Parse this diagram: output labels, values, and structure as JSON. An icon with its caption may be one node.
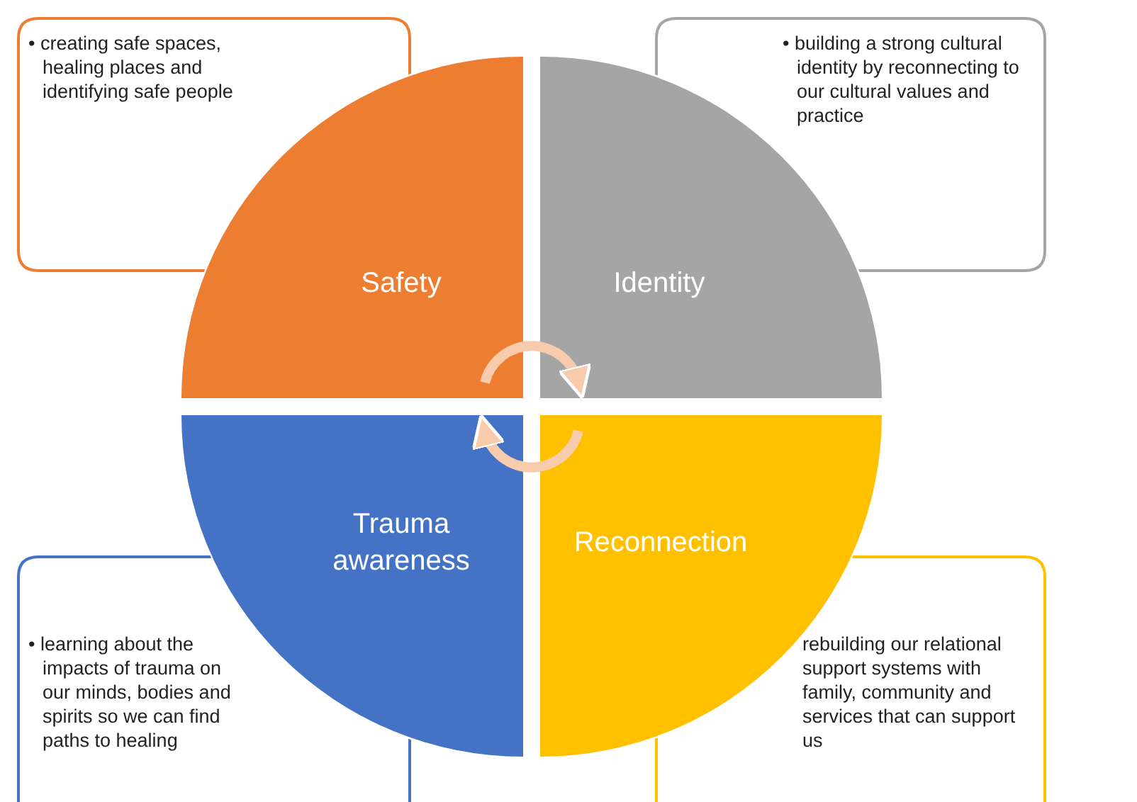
{
  "diagram": {
    "nodes": [
      {
        "text": [
          "• creating safe spaces, healing places and identifying safe people"
        ]
      },
      {
        "text": [
          "• building a strong cultural identity by reconnecting to our cultural values and practice"
        ]
      },
      {
        "text": [
          "Safety"
        ]
      },
      {
        "text": [
          "Identity"
        ]
      },
      {
        "text": [
          "Trauma awareness"
        ]
      },
      {
        "text": [
          "Reconnection"
        ]
      },
      {
        "text": [
          "• learning about the impacts of trauma on our minds, bodies and spirits so we can find paths to healing"
        ]
      },
      {
        "text": [
          "rebuilding our relational support systems with family, community and services that can support us"
        ]
      }
    ],
    "edges": [
      {
        "from": 2,
        "to": 3,
        "arrow": "to"
      },
      {
        "from": 5,
        "to": 4,
        "arrow": "to"
      }
    ]
  }
}
